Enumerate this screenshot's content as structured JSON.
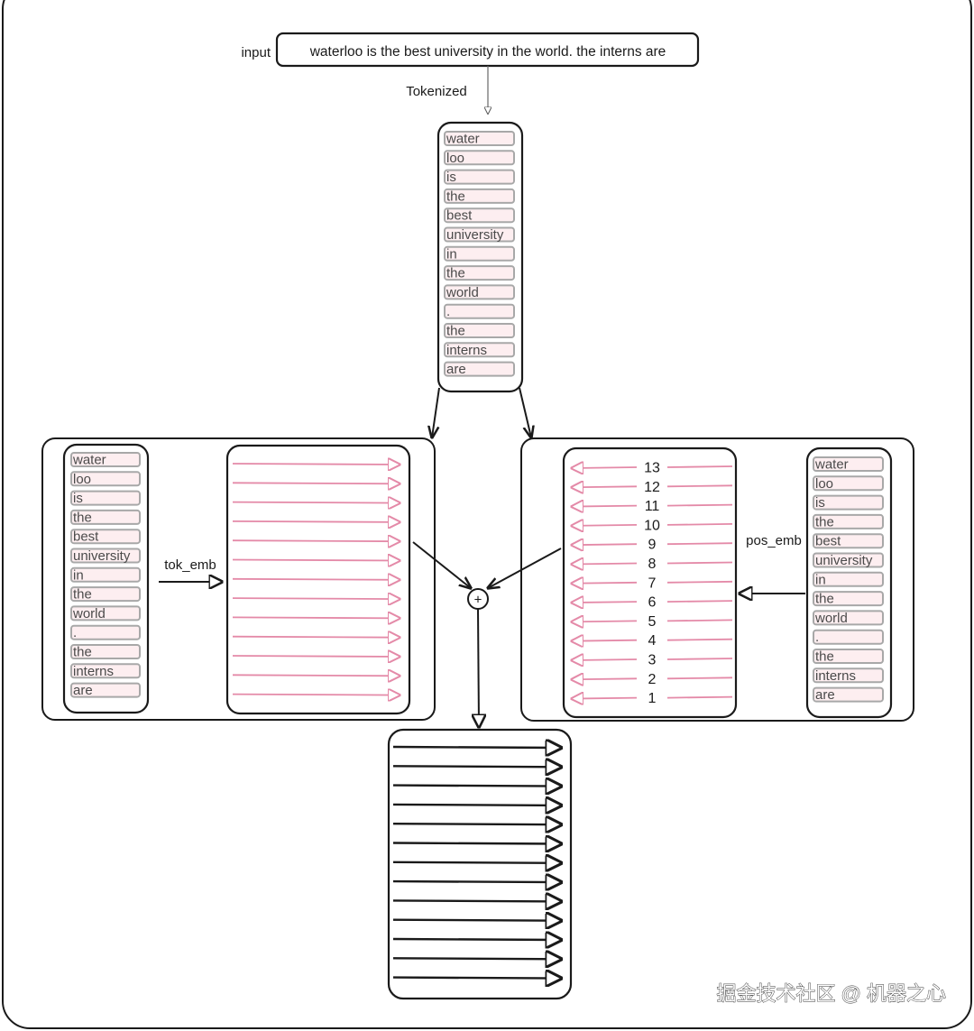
{
  "input_label": "input",
  "input_text": "waterloo is the best university in the world. the interns are",
  "tokenized_label": "Tokenized",
  "tokens": [
    "water",
    "loo",
    "is",
    "the",
    "best",
    "university",
    "in",
    "the",
    "world",
    ".",
    "the",
    "interns",
    "are"
  ],
  "tok_emb_label": "tok_emb",
  "pos_emb_label": "pos_emb",
  "positions": [
    "13",
    "12",
    "11",
    "10",
    "9",
    "8",
    "7",
    "6",
    "5",
    "4",
    "3",
    "2",
    "1"
  ],
  "plus_symbol": "+",
  "watermark": "掘金技术社区 @ 机器之心",
  "colors": {
    "stroke": "#1a1a1a",
    "token_fill": "#fdeef0",
    "token_border": "#a8a8a8",
    "token_text": "#4a4a4a",
    "pink_arrow": "#e48aa8",
    "watermark": "#ffffff"
  }
}
